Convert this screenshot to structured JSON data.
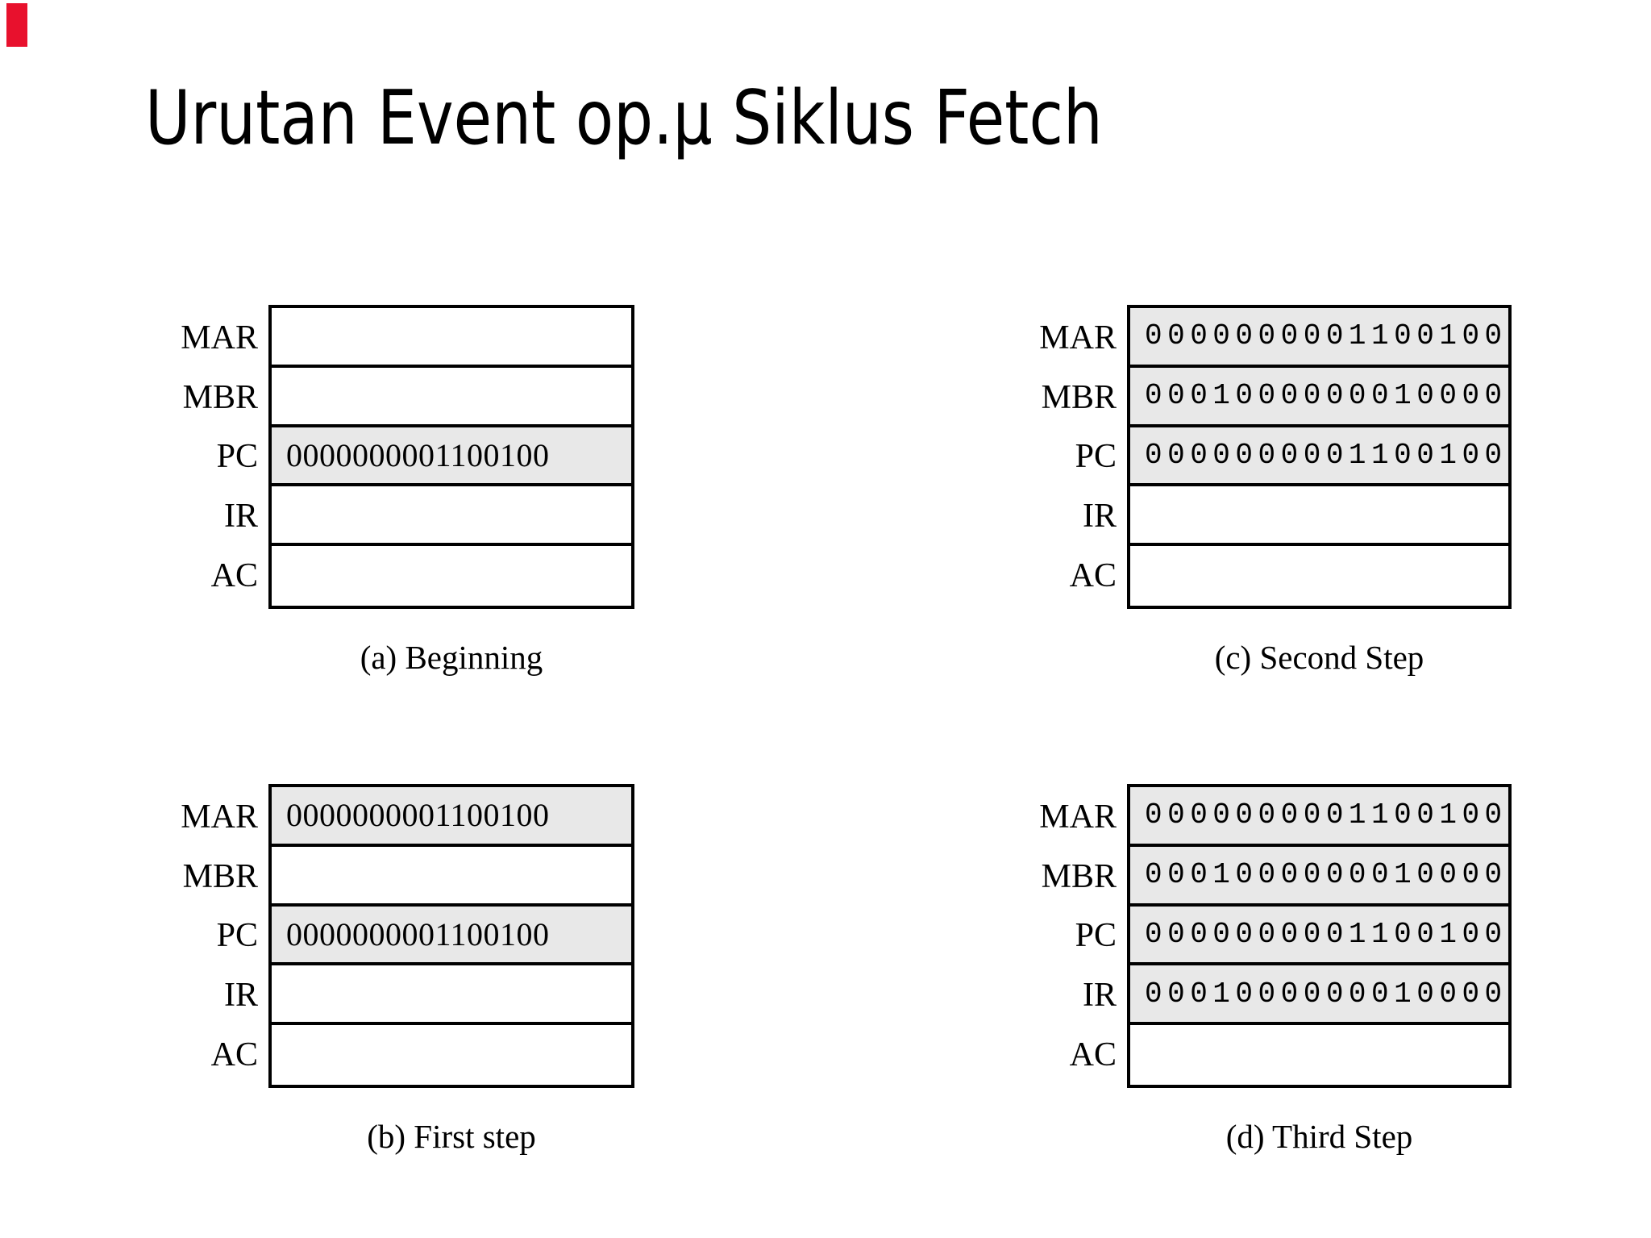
{
  "title": "Urutan Event op.µ Siklus Fetch",
  "decoration": {
    "corner_mark_color": "#e8112d"
  },
  "colors": {
    "filled_row_background": "#e8e8e8",
    "border": "#000000",
    "background": "#ffffff"
  },
  "register_values": {
    "pc_address_binary": "0000000001100100",
    "instruction_binary": "0001000000010000"
  },
  "diagrams": [
    {
      "id": "a",
      "caption": "(a) Beginning",
      "rows": [
        {
          "label": "MAR",
          "value": "",
          "filled": false
        },
        {
          "label": "MBR",
          "value": "",
          "filled": false
        },
        {
          "label": "PC",
          "value": "0000000001100100",
          "filled": true
        },
        {
          "label": "IR",
          "value": "",
          "filled": false
        },
        {
          "label": "AC",
          "value": "",
          "filled": false
        }
      ]
    },
    {
      "id": "b",
      "caption": "(b) First step",
      "rows": [
        {
          "label": "MAR",
          "value": "0000000001100100",
          "filled": true
        },
        {
          "label": "MBR",
          "value": "",
          "filled": false
        },
        {
          "label": "PC",
          "value": "0000000001100100",
          "filled": true
        },
        {
          "label": "IR",
          "value": "",
          "filled": false
        },
        {
          "label": "AC",
          "value": "",
          "filled": false
        }
      ]
    },
    {
      "id": "c",
      "caption": "(c) Second Step",
      "rows": [
        {
          "label": "MAR",
          "value": "0000000001100100",
          "filled": true
        },
        {
          "label": "MBR",
          "value": "0001000000010000",
          "filled": true
        },
        {
          "label": "PC",
          "value": "0000000001100100",
          "filled": true
        },
        {
          "label": "IR",
          "value": "",
          "filled": false
        },
        {
          "label": "AC",
          "value": "",
          "filled": false
        }
      ]
    },
    {
      "id": "d",
      "caption": "(d) Third Step",
      "rows": [
        {
          "label": "MAR",
          "value": "0000000001100100",
          "filled": true
        },
        {
          "label": "MBR",
          "value": "0001000000010000",
          "filled": true
        },
        {
          "label": "PC",
          "value": "0000000001100100",
          "filled": true
        },
        {
          "label": "IR",
          "value": "0001000000010000",
          "filled": true
        },
        {
          "label": "AC",
          "value": "",
          "filled": false
        }
      ]
    }
  ]
}
